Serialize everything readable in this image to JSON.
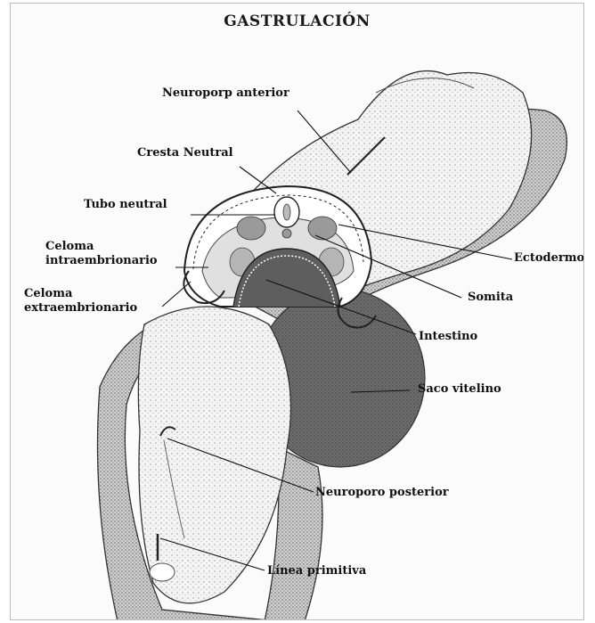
{
  "title": "GASTRULACIÓN",
  "labels": {
    "neuroporo_anterior": "Neuroporp anterior",
    "cresta_neural": "Cresta Neutral",
    "tubo_neural": "Tubo neutral",
    "celoma_intra_1": "Celoma",
    "celoma_intra_2": "intraembrionario",
    "ectodermo": "Ectodermo",
    "celoma_extra_1": "Celoma",
    "celoma_extra_2": "extraembrionario",
    "somita": "Somita",
    "intestino": "Intestino",
    "saco_vitelino": "Saco vitelino",
    "neuroporo_posterior": "Neuroporo posterior",
    "linea_primitiva": "Línea primitiva"
  }
}
